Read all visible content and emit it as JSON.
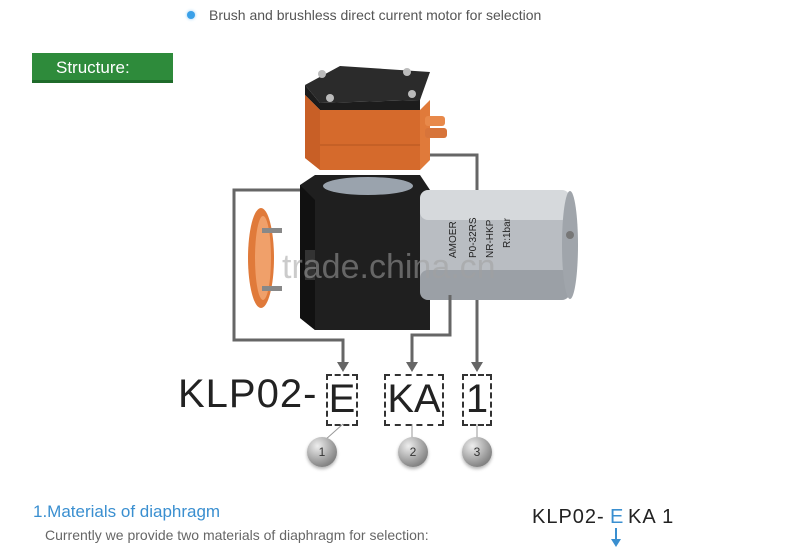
{
  "bullets": [
    "Brush and brushless direct current motor for selection"
  ],
  "banner": {
    "label": "Structure:"
  },
  "watermark": "trade.china.cn",
  "motor_label": [
    "AMOER",
    "P0-32RS",
    "NR-HKP",
    "R:1bar"
  ],
  "model": {
    "prefix": "KLP02-",
    "parts": [
      "E",
      "KA",
      "1"
    ]
  },
  "callouts": [
    "1",
    "2",
    "3"
  ],
  "section": {
    "title": "1.Materials of diaphragm",
    "desc": "Currently we provide two materials of diaphragm for selection:"
  },
  "model_small": {
    "prefix": "KLP02-",
    "highlight": "E",
    "rest": "KA 1"
  },
  "colors": {
    "banner": "#2e8b3b",
    "accent": "#3aa0e8",
    "pump_head": "#e07a3a"
  }
}
